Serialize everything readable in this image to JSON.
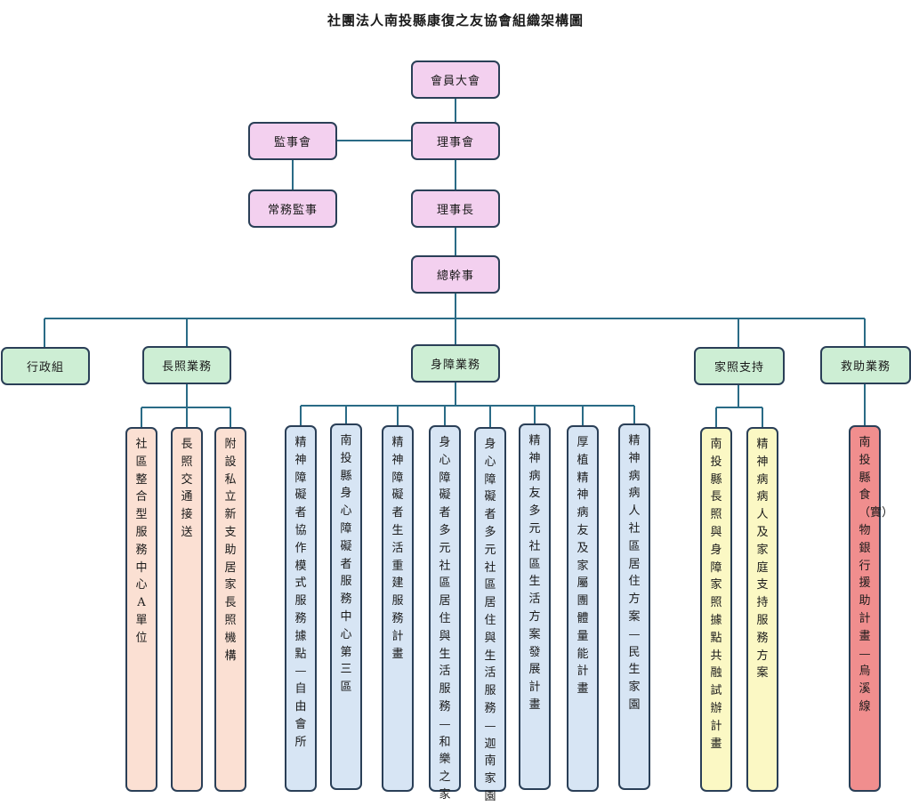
{
  "title": "社團法人南投縣康復之友協會組織架構圖",
  "leadership": {
    "general_assembly": "會員大會",
    "supervisors_board": "監事會",
    "board_of_directors": "理事會",
    "standing_supervisor": "常務監事",
    "chairman": "理事長",
    "secretary_general": "總幹事"
  },
  "departments": {
    "admin": "行政組",
    "long_term_care": "長照業務",
    "disability": "身障業務",
    "family_care": "家照支持",
    "relief": "救助業務"
  },
  "units": {
    "ltc": [
      "社區整合型服務中心A單位",
      "長照交通接送",
      "附設私立新支助居家長照機構"
    ],
    "disability": [
      "精神障礙者協作模式服務據點—自由會所",
      "南投縣身心障礙者服務中心第三區",
      "精神障礙者生活重建服務計畫",
      "身心障礙者多元社區居住與生活服務—和樂之家",
      "身心障礙者多元社區居住與生活服務—迦南家園",
      "精神病友多元社區生活方案發展計畫",
      "厚植精神病友及家屬團體量能計畫",
      "精神病病人社區居住方案—民生家園"
    ],
    "family": [
      "南投縣長照與身障家照據點共融試辦計畫",
      "精神病病人及家庭支持服務方案"
    ],
    "relief": [
      "南投縣食（實）物銀行援助計畫—烏溪線"
    ]
  },
  "colors": {
    "line": "#2a6b86",
    "border": "#2a3f57",
    "leadership_fill": "#f3d0ef",
    "department_fill": "#cdeed4",
    "ltc_fill": "#fbe0d3",
    "disability_fill": "#d7e5f4",
    "family_fill": "#fbf8c4",
    "relief_fill": "#f08e8e"
  }
}
